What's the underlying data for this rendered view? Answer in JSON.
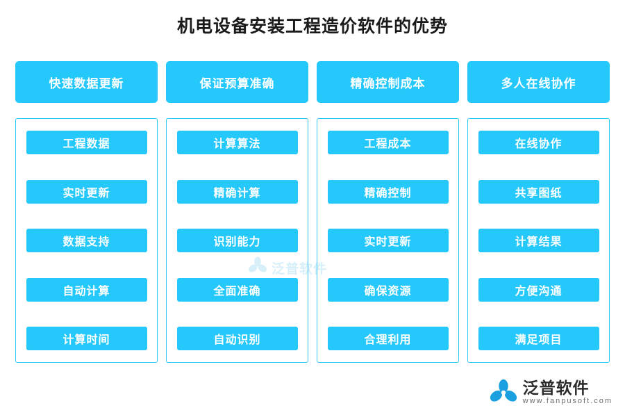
{
  "title": "机电设备安装工程造价软件的优势",
  "colors": {
    "accent": "#24c8fb",
    "panel_border": "#2ec7f5",
    "title_text": "#1a1a1a",
    "box_text": "#ffffff",
    "background": "#ffffff"
  },
  "columns": [
    {
      "header": "快速数据更新",
      "items": [
        "工程数据",
        "实时更新",
        "数据支持",
        "自动计算",
        "计算时间"
      ]
    },
    {
      "header": "保证预算准确",
      "items": [
        "计算算法",
        "精确计算",
        "识别能力",
        "全面准确",
        "自动识别"
      ]
    },
    {
      "header": "精确控制成本",
      "items": [
        "工程成本",
        "精确控制",
        "实时更新",
        "确保资源",
        "合理利用"
      ]
    },
    {
      "header": "多人在线协作",
      "items": [
        "在线协作",
        "共享图纸",
        "计算结果",
        "方便沟通",
        "满足项目"
      ]
    }
  ],
  "watermark": {
    "text": "泛普软件",
    "icon": "flower-logo-icon"
  },
  "logo": {
    "icon": "flower-logo-icon",
    "cn": "泛普软件",
    "en": "www.fanpusoft.com"
  }
}
